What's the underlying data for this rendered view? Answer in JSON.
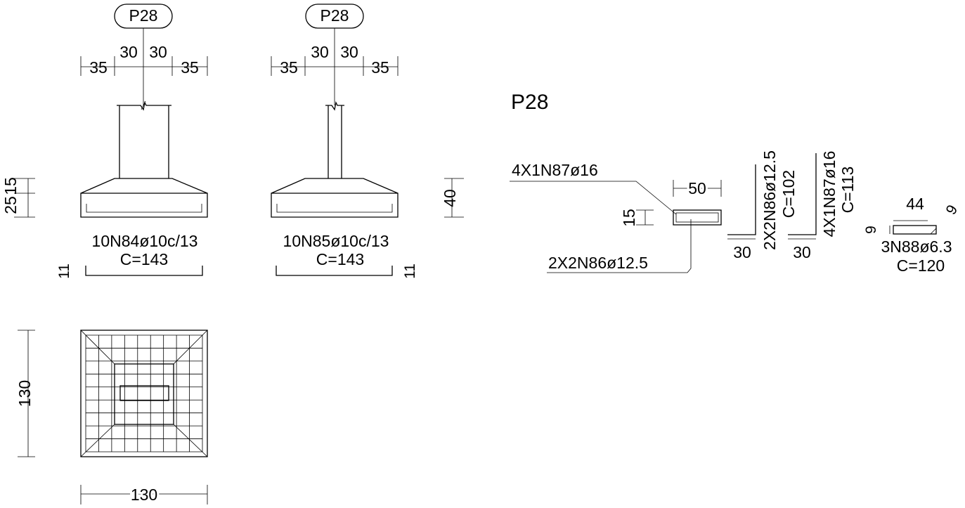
{
  "colors": {
    "background": "#ffffff",
    "line": "#000000"
  },
  "elevation_1": {
    "tag": "P28",
    "dims_top": [
      "35",
      "30",
      "30",
      "35"
    ],
    "dim_left_a": "25",
    "dim_left_b": "15",
    "bar_label": "10N84ø10c/13",
    "bar_length": "C=143",
    "bar_hook": "11"
  },
  "elevation_2": {
    "tag": "P28",
    "dims_top": [
      "35",
      "30",
      "30",
      "35"
    ],
    "dim_right": "40",
    "bar_label": "10N85ø10c/13",
    "bar_length": "C=143",
    "bar_hook": "11"
  },
  "plan": {
    "dim_vertical": "130",
    "dim_horizontal": "130"
  },
  "column_detail": {
    "title": "P28",
    "top_bars_label": "4X1N87ø16",
    "bottom_bars_label": "2X2N86ø12.5",
    "section_width": "50",
    "section_height": "15",
    "bar_a": {
      "hook": "30",
      "label": "2X2N86ø12.5",
      "length": "C=102"
    },
    "bar_b": {
      "hook": "30",
      "label": "4X1N87ø16",
      "length": "C=113"
    },
    "stirrup": {
      "width": "44",
      "height": "9",
      "hook": "9",
      "label": "3N88ø6.3",
      "length": "C=120"
    }
  }
}
